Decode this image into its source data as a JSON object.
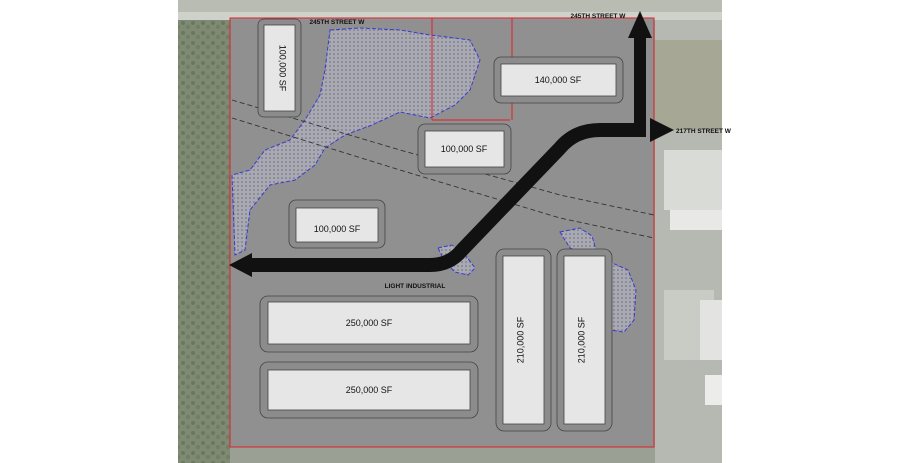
{
  "roads": {
    "north_left": "245TH STREET W",
    "north_right": "245TH STREET W",
    "east": "217TH STREET W"
  },
  "zone_label": "LIGHT INDUSTRIAL",
  "buildings": [
    {
      "id": "b1",
      "label": "100,000 SF",
      "orientation": "vertical"
    },
    {
      "id": "b2",
      "label": "140,000 SF",
      "orientation": "horizontal"
    },
    {
      "id": "b3",
      "label": "100,000 SF",
      "orientation": "horizontal"
    },
    {
      "id": "b4",
      "label": "100,000 SF",
      "orientation": "horizontal"
    },
    {
      "id": "b5",
      "label": "250,000 SF",
      "orientation": "horizontal"
    },
    {
      "id": "b6",
      "label": "250,000 SF",
      "orientation": "horizontal"
    },
    {
      "id": "b7",
      "label": "210,000 SF",
      "orientation": "vertical"
    },
    {
      "id": "b8",
      "label": "210,000 SF",
      "orientation": "vertical"
    }
  ],
  "colors": {
    "site_boundary": "#e0202a",
    "wetland_outline": "#3a3ad0",
    "arrow": "#111111",
    "building_fill": "#e6e6e6",
    "pad_fill": "#8c8c8c"
  }
}
